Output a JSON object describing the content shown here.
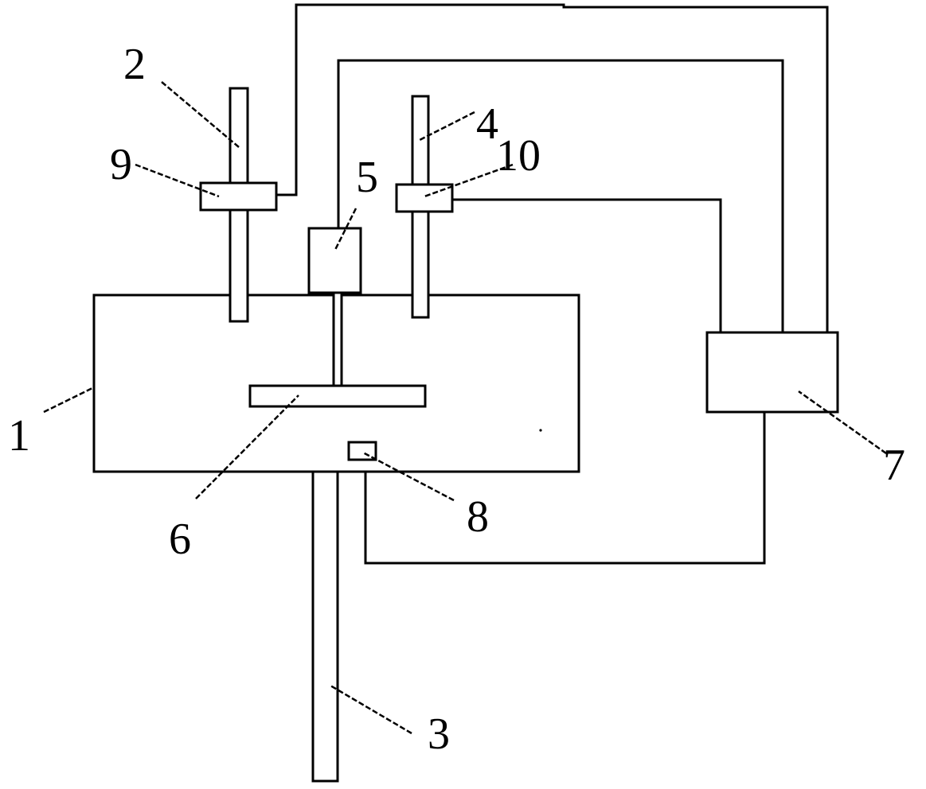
{
  "labels": {
    "part_1": "1",
    "part_2": "2",
    "part_3": "3",
    "part_4": "4",
    "part_5": "5",
    "part_6": "6",
    "part_7": "7",
    "part_8": "8",
    "part_9": "9",
    "part_10": "10"
  },
  "colors": {
    "line": "#000000",
    "background": "#ffffff"
  }
}
